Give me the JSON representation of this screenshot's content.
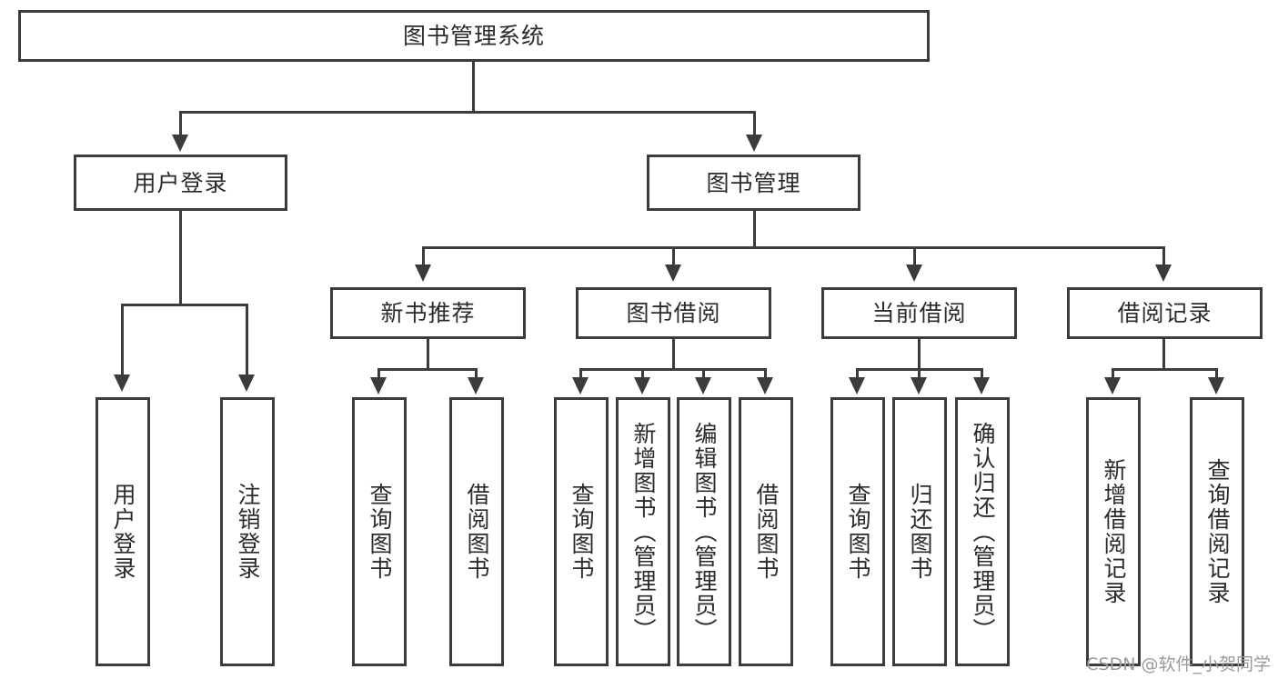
{
  "diagram": {
    "type": "tree",
    "title": "图书管理系统",
    "watermark": "CSDN @软件_小贺同学",
    "colors": {
      "stroke": "#3b3b3b",
      "fill": "#ffffff",
      "text": "#2b2b2b",
      "watermark": "#9a9a9a"
    },
    "root": {
      "label": "图书管理系统"
    },
    "level2": [
      {
        "label": "用户登录"
      },
      {
        "label": "图书管理"
      }
    ],
    "level3": [
      {
        "label": "新书推荐"
      },
      {
        "label": "图书借阅"
      },
      {
        "label": "当前借阅"
      },
      {
        "label": "借阅记录"
      }
    ],
    "leaves": {
      "user_login": [
        {
          "label": "用户登录"
        },
        {
          "label": "注销登录"
        }
      ],
      "new_book": [
        {
          "label": "查询图书"
        },
        {
          "label": "借阅图书"
        }
      ],
      "book_borrow": [
        {
          "label": "查询图书"
        },
        {
          "label": "新增图书（管理员）"
        },
        {
          "label": "编辑图书（管理员）"
        },
        {
          "label": "借阅图书"
        }
      ],
      "current_borrow": [
        {
          "label": "查询图书"
        },
        {
          "label": "归还图书"
        },
        {
          "label": "确认归还（管理员）"
        }
      ],
      "borrow_record": [
        {
          "label": "新增借阅记录"
        },
        {
          "label": "查询借阅记录"
        }
      ]
    }
  }
}
